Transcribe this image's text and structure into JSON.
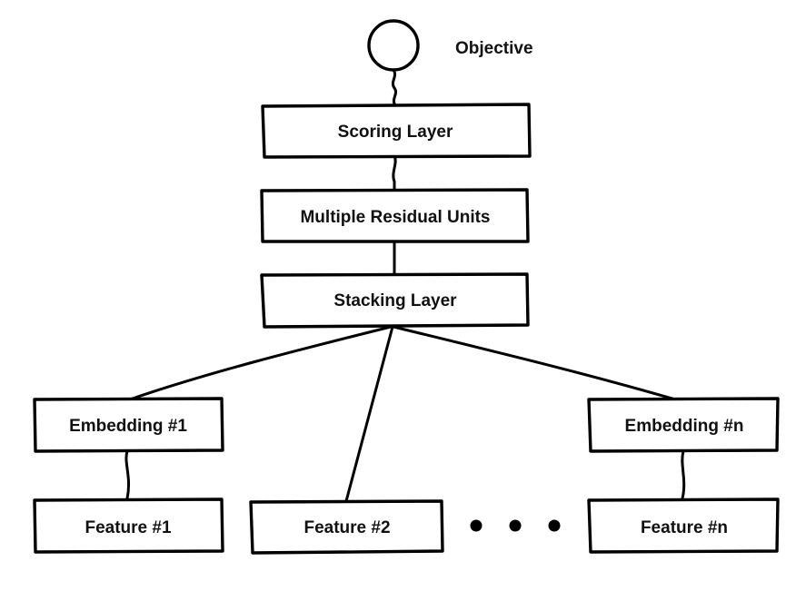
{
  "diagram": {
    "objective": {
      "label": "Objective"
    },
    "scoring_layer": {
      "label": "Scoring Layer"
    },
    "residual_units": {
      "label": "Multiple Residual Units"
    },
    "stacking_layer": {
      "label": "Stacking Layer"
    },
    "embedding_1": {
      "label": "Embedding #1"
    },
    "embedding_n": {
      "label": "Embedding #n"
    },
    "feature_1": {
      "label": "Feature #1"
    },
    "feature_2": {
      "label": "Feature #2"
    },
    "feature_n": {
      "label": "Feature #n"
    }
  }
}
